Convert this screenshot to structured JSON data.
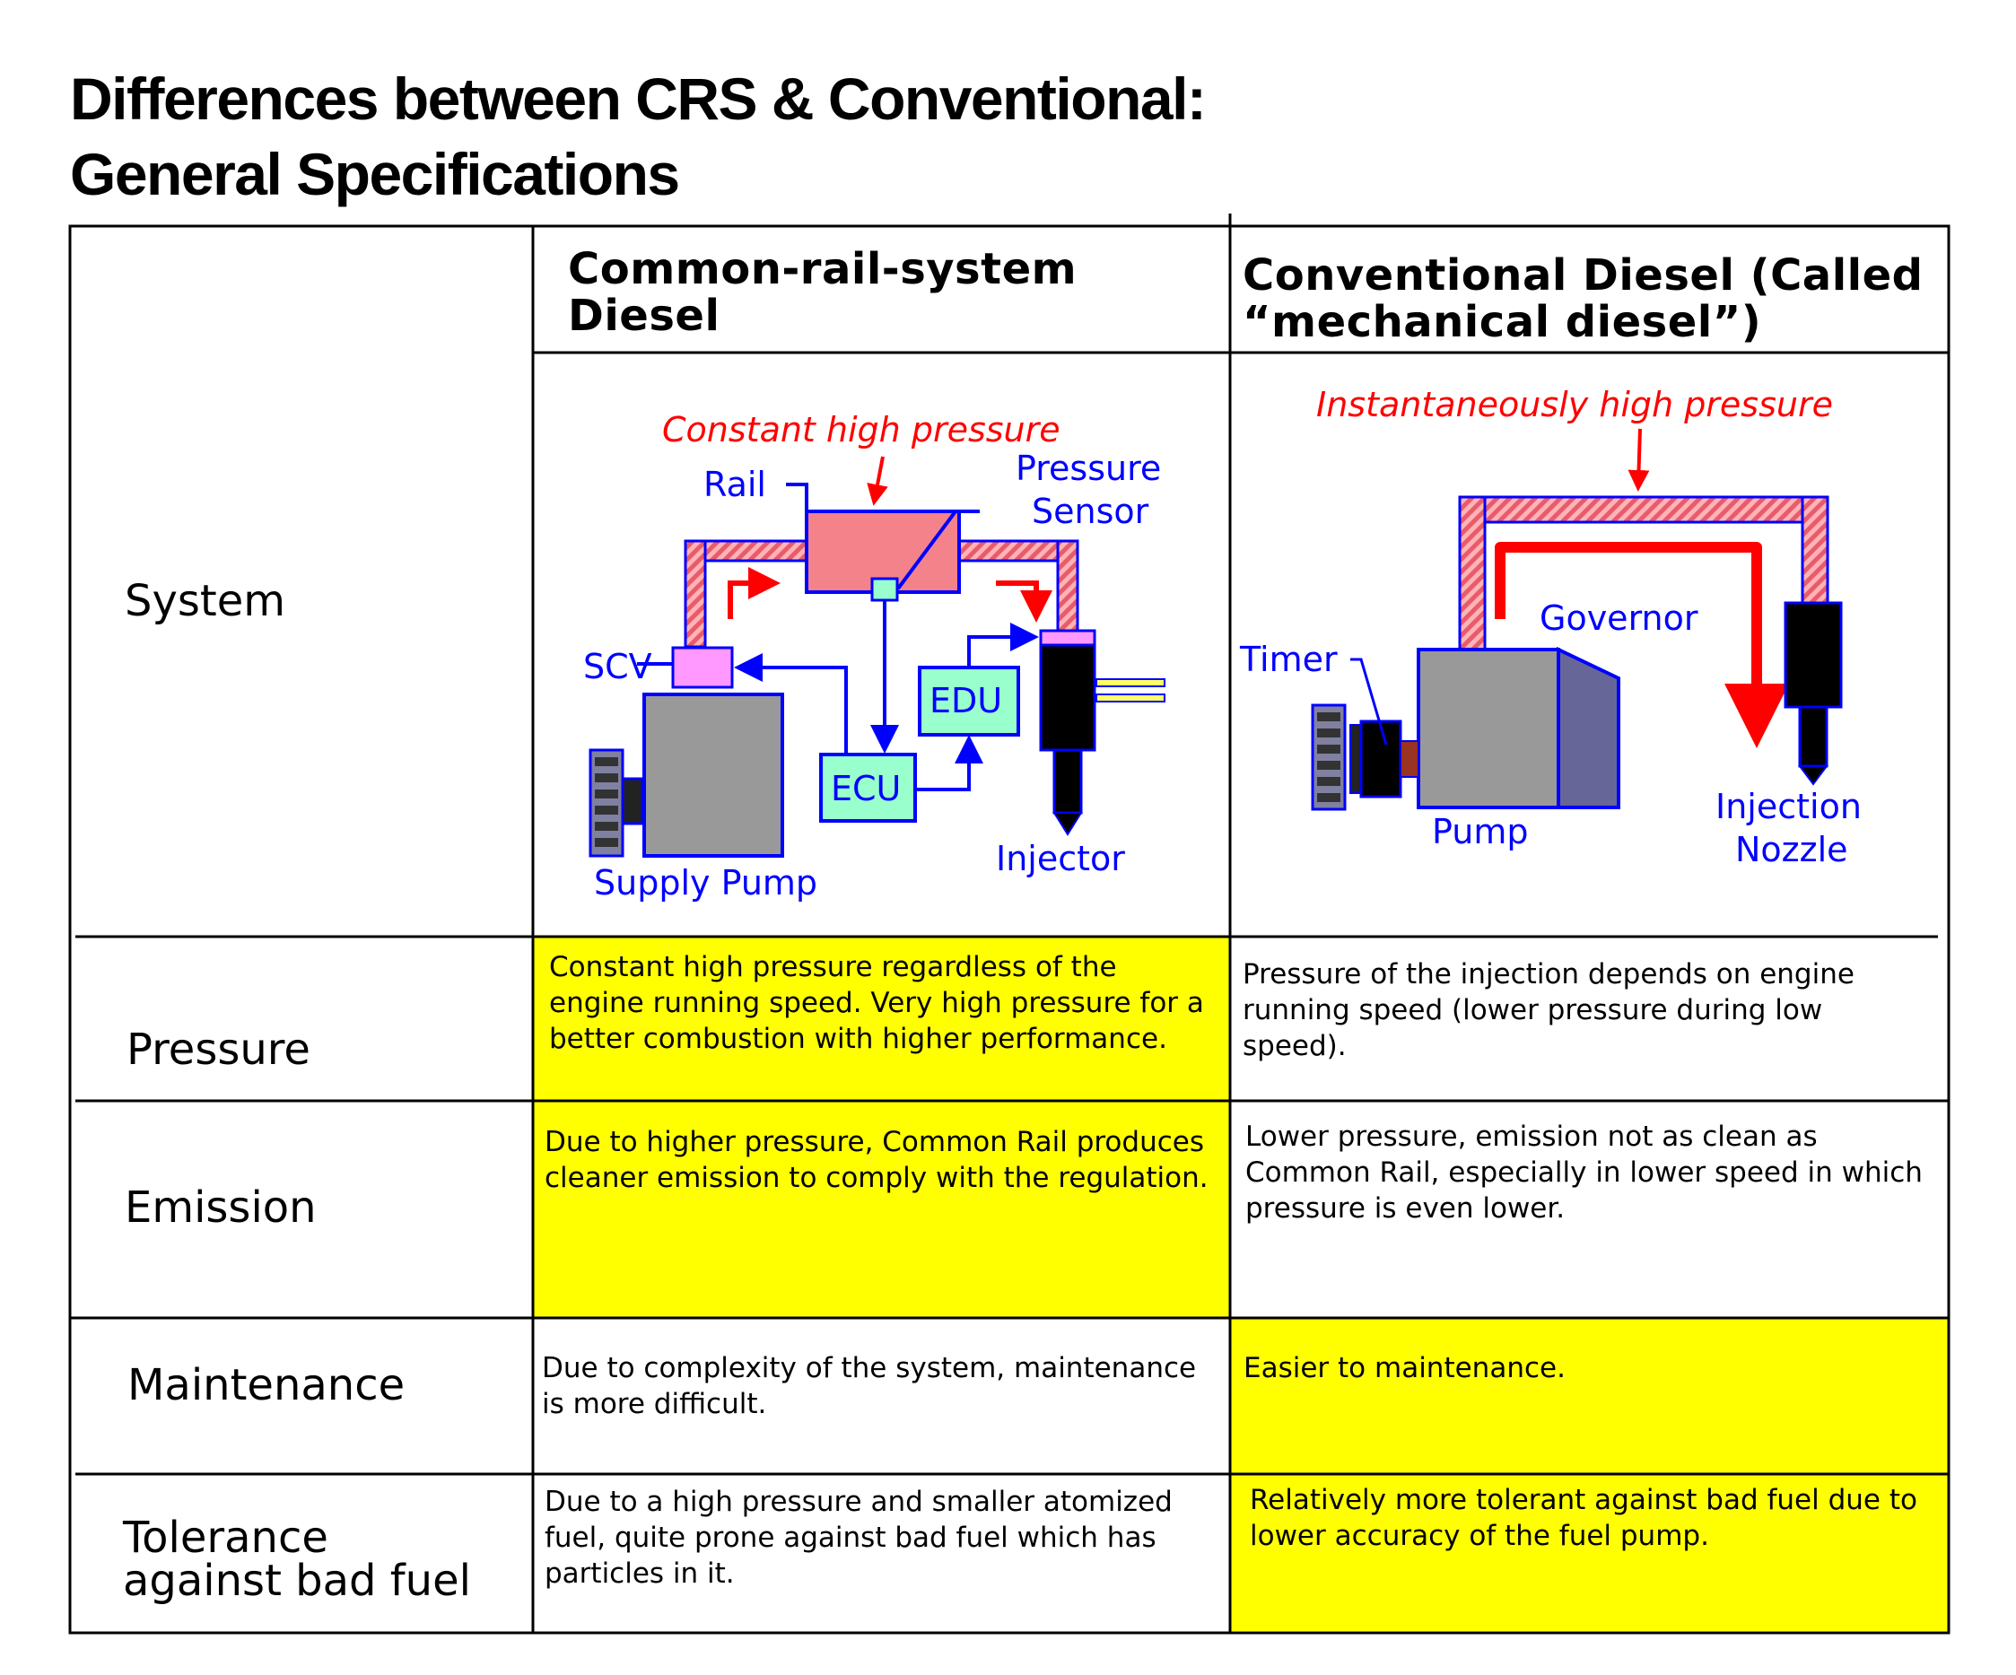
{
  "title": {
    "line1": "Differences between CRS & Conventional:",
    "line2": "General Specifications"
  },
  "columns": {
    "crs_header": "Common-rail-system\nDiesel",
    "conv_header": "Conventional Diesel (Called\n“mechanical diesel”)"
  },
  "rows": {
    "system": {
      "label": "System"
    },
    "pressure": {
      "label": "Pressure",
      "crs": "Constant high pressure regardless of the engine running speed. Very high pressure for a better combustion with higher performance.",
      "conv": "Pressure of the injection depends on engine running speed (lower pressure during low speed)."
    },
    "emission": {
      "label": "Emission",
      "crs": "Due to higher pressure, Common Rail produces cleaner emission to comply with the regulation.",
      "conv": "Lower pressure, emission not as clean as Common Rail, especially in lower speed in which pressure is even lower."
    },
    "maintenance": {
      "label": "Maintenance",
      "crs": "Due to complexity of the system, maintenance is more difficult.",
      "conv": "Easier to maintenance."
    },
    "tolerance": {
      "label": "Tolerance\nagainst bad fuel",
      "crs": "Due to a high pressure and smaller atomized fuel, quite prone against bad fuel which has particles in it.",
      "conv": "Relatively more tolerant against bad fuel due to lower accuracy of the fuel pump."
    }
  },
  "crs_diagram": {
    "pressure_label": "Constant high pressure",
    "rail": "Rail",
    "pressure_sensor_line1": "Pressure",
    "pressure_sensor_line2": "Sensor",
    "scv": "SCV",
    "edu": "EDU",
    "ecu": "ECU",
    "injector": "Injector",
    "supply_pump": "Supply Pump"
  },
  "conv_diagram": {
    "pressure_label": "Instantaneously high pressure",
    "governor": "Governor",
    "timer": "Timer",
    "pump": "Pump",
    "nozzle_line1": "Injection",
    "nozzle_line2": "Nozzle"
  },
  "colors": {
    "highlight": "#ffff00",
    "diagram_blue": "#0000ff",
    "diagram_red": "#ff0000",
    "rail_pink": "#f4828a",
    "scv_pink": "#ff99ff",
    "box_green": "#99ffcc",
    "pump_gray": "#999999"
  }
}
